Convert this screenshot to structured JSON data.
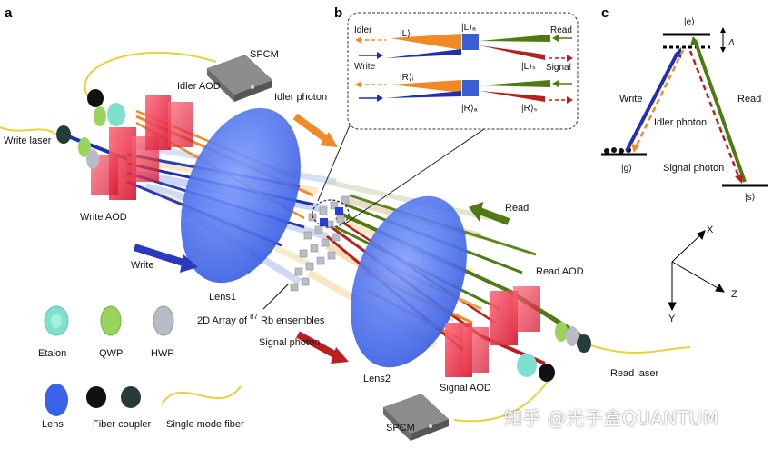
{
  "panels": {
    "a": "a",
    "b": "b",
    "c": "c"
  },
  "panel_a": {
    "spcm_top": "SPCM",
    "write_laser": "Write laser",
    "idler_aod": "Idler AOD",
    "idler_photon": "Idler photon",
    "write_aod": "Write AOD",
    "write": "Write",
    "lens1": "Lens1",
    "array_prefix": "2D Array of ",
    "array_super": "87",
    "array_suffix": " Rb ensembles",
    "read": "Read",
    "read_aod": "Read AOD",
    "signal_photon": "Signal photon",
    "signal_aod": "Signal AOD",
    "lens2": "Lens2",
    "read_laser": "Read laser",
    "spcm_bottom": "SPCM"
  },
  "legend": {
    "etalon": "Etalon",
    "qwp": "QWP",
    "hwp": "HWP",
    "lens": "Lens",
    "fiber_coupler": "Fiber coupler",
    "single_mode_fiber": "Single mode fiber"
  },
  "panel_b": {
    "idler": "Idler",
    "write": "Write",
    "read": "Read",
    "signal": "Signal",
    "L_i": "|L⟩ᵢ",
    "L_a": "|L⟩ₐ",
    "L_s": "|L⟩ₛ",
    "R_i": "|R⟩ᵢ",
    "R_a": "|R⟩ₐ",
    "R_s": "|R⟩ₛ"
  },
  "panel_c": {
    "e": "|e⟩",
    "g": "|g⟩",
    "s": "|s⟩",
    "delta": "Δ",
    "write": "Write",
    "read": "Read",
    "idler_photon": "Idler photon",
    "signal_photon": "Signal photon"
  },
  "axes": {
    "x": "X",
    "y": "Y",
    "z": "Z"
  },
  "watermark": "知乎 @光子盒QUANTUM",
  "colors": {
    "write": "#1e2fb0",
    "idler": "#f08a24",
    "read": "#4e7a12",
    "signal": "#b81f1f",
    "aod": "#e8233f",
    "lens": "#3a63e8",
    "fiber": "#e6d23a",
    "etalon": "#7fe0cf",
    "qwp": "#9ad45c",
    "hwp": "#b8bcc4"
  }
}
